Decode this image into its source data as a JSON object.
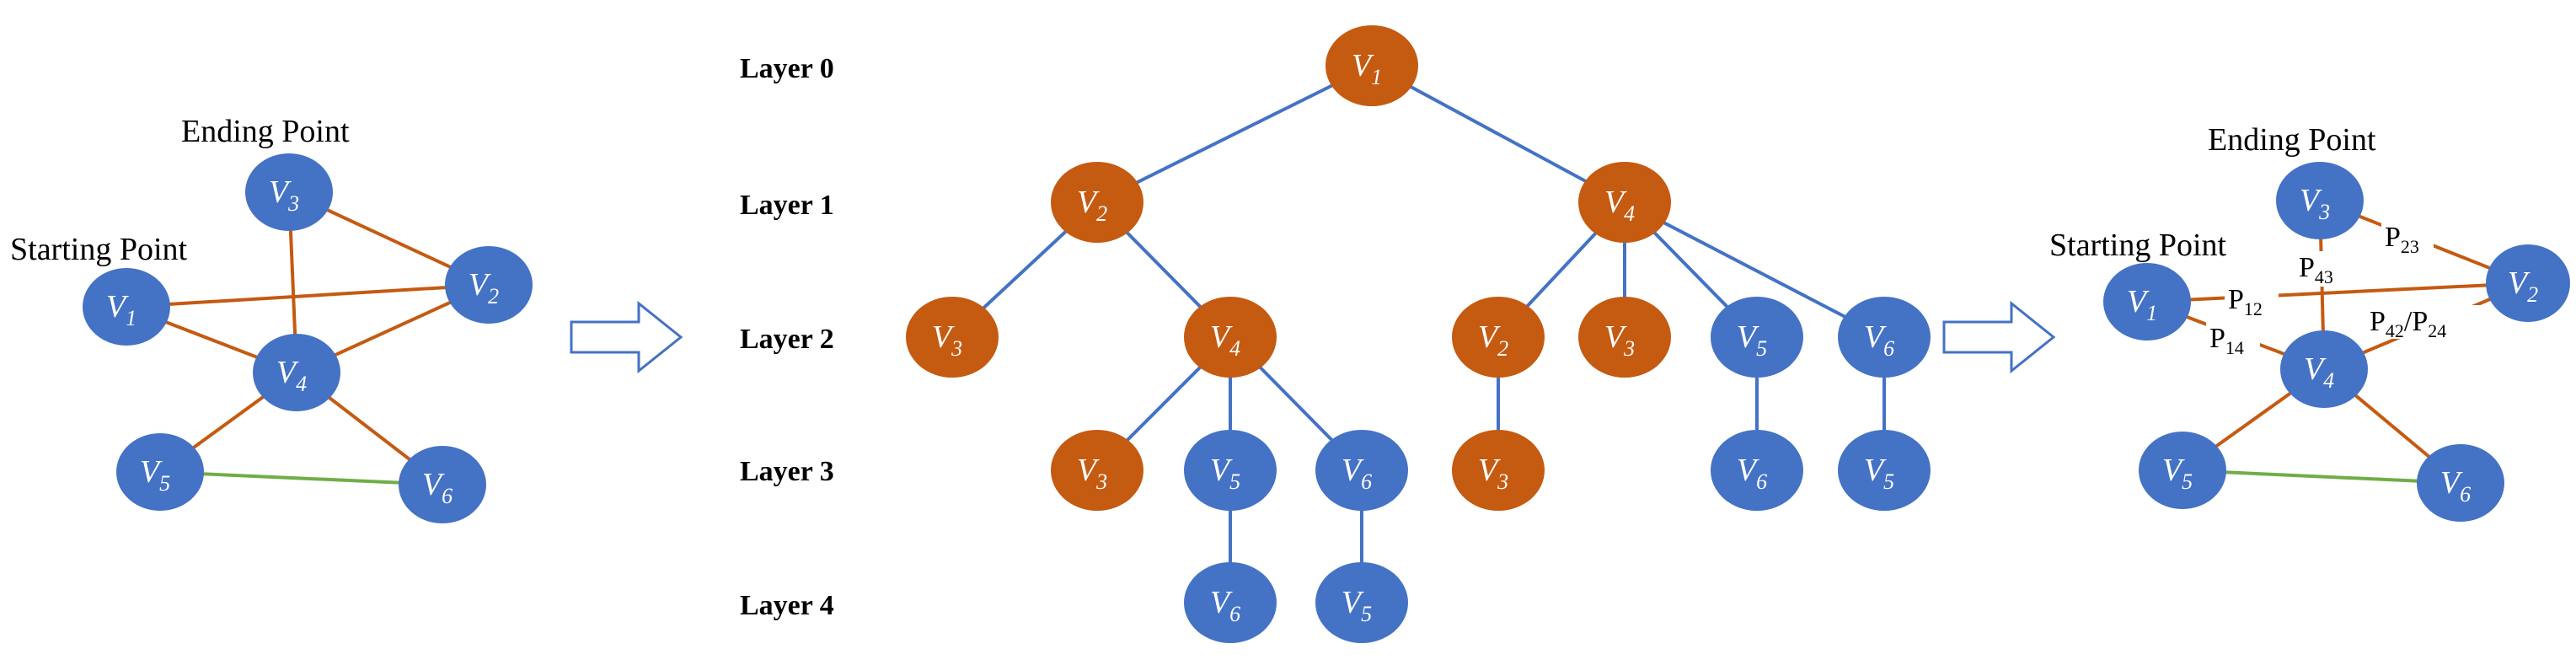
{
  "colors": {
    "blue_node": "#4472c4",
    "orange_node": "#c55a11",
    "orange_edge": "#c55a11",
    "blue_edge": "#4472c4",
    "green_edge": "#70ad47",
    "arrow_stroke": "#4472c4"
  },
  "left_graph": {
    "ending_point_label": "Ending Point",
    "starting_point_label": "Starting Point",
    "nodes": [
      {
        "id": "V3",
        "base": "V",
        "sub": "3"
      },
      {
        "id": "V2",
        "base": "V",
        "sub": "2"
      },
      {
        "id": "V1",
        "base": "V",
        "sub": "1"
      },
      {
        "id": "V4",
        "base": "V",
        "sub": "4"
      },
      {
        "id": "V5",
        "base": "V",
        "sub": "5"
      },
      {
        "id": "V6",
        "base": "V",
        "sub": "6"
      }
    ],
    "edges": [
      {
        "from": "V3",
        "to": "V2",
        "color": "orange"
      },
      {
        "from": "V3",
        "to": "V4",
        "color": "orange"
      },
      {
        "from": "V1",
        "to": "V2",
        "color": "orange"
      },
      {
        "from": "V1",
        "to": "V4",
        "color": "orange"
      },
      {
        "from": "V2",
        "to": "V4",
        "color": "orange"
      },
      {
        "from": "V4",
        "to": "V5",
        "color": "orange"
      },
      {
        "from": "V4",
        "to": "V6",
        "color": "orange"
      },
      {
        "from": "V5",
        "to": "V6",
        "color": "green"
      }
    ]
  },
  "tree": {
    "layers": [
      "Layer 0",
      "Layer 1",
      "Layer 2",
      "Layer 3",
      "Layer 4"
    ],
    "nodes": [
      {
        "id": "t1",
        "sub": "1",
        "layer": 0,
        "color": "orange"
      },
      {
        "id": "t2",
        "sub": "2",
        "layer": 1,
        "color": "orange"
      },
      {
        "id": "t3",
        "sub": "4",
        "layer": 1,
        "color": "orange"
      },
      {
        "id": "t4",
        "sub": "3",
        "layer": 2,
        "color": "orange"
      },
      {
        "id": "t5",
        "sub": "4",
        "layer": 2,
        "color": "orange"
      },
      {
        "id": "t6",
        "sub": "2",
        "layer": 2,
        "color": "orange"
      },
      {
        "id": "t7",
        "sub": "3",
        "layer": 2,
        "color": "orange"
      },
      {
        "id": "t8",
        "sub": "5",
        "layer": 2,
        "color": "blue"
      },
      {
        "id": "t9",
        "sub": "6",
        "layer": 2,
        "color": "blue"
      },
      {
        "id": "t10",
        "sub": "3",
        "layer": 3,
        "color": "orange"
      },
      {
        "id": "t11",
        "sub": "5",
        "layer": 3,
        "color": "blue"
      },
      {
        "id": "t12",
        "sub": "6",
        "layer": 3,
        "color": "blue"
      },
      {
        "id": "t13",
        "sub": "3",
        "layer": 3,
        "color": "orange"
      },
      {
        "id": "t14",
        "sub": "6",
        "layer": 3,
        "color": "blue"
      },
      {
        "id": "t15",
        "sub": "5",
        "layer": 3,
        "color": "blue"
      },
      {
        "id": "t16",
        "sub": "6",
        "layer": 4,
        "color": "blue"
      },
      {
        "id": "t17",
        "sub": "5",
        "layer": 4,
        "color": "blue"
      }
    ],
    "edges": [
      [
        "t1",
        "t2"
      ],
      [
        "t1",
        "t3"
      ],
      [
        "t2",
        "t4"
      ],
      [
        "t2",
        "t5"
      ],
      [
        "t3",
        "t6"
      ],
      [
        "t3",
        "t7"
      ],
      [
        "t3",
        "t8"
      ],
      [
        "t3",
        "t9"
      ],
      [
        "t5",
        "t10"
      ],
      [
        "t5",
        "t11"
      ],
      [
        "t5",
        "t12"
      ],
      [
        "t6",
        "t13"
      ],
      [
        "t8",
        "t14"
      ],
      [
        "t9",
        "t15"
      ],
      [
        "t11",
        "t16"
      ],
      [
        "t12",
        "t17"
      ]
    ]
  },
  "right_graph": {
    "ending_point_label": "Ending Point",
    "starting_point_label": "Starting Point",
    "path_labels": [
      {
        "base": "P",
        "sub": "23"
      },
      {
        "base": "P",
        "sub": "43"
      },
      {
        "base": "P",
        "sub": "12"
      },
      {
        "base": "P",
        "sub": "14"
      },
      {
        "base": "P",
        "sub": "42",
        "base2": "/P",
        "sub2": "24"
      }
    ]
  }
}
